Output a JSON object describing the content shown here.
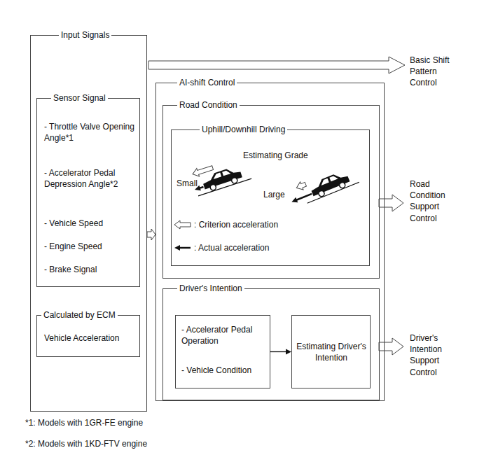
{
  "diagram": {
    "nodes": [
      {
        "text": [
          "Input Signals"
        ]
      },
      {
        "text": [
          "Sensor Signal",
          "- Throttle Valve Opening Angle*1",
          "- Accelerator Pedal Depression Angle*2",
          "- Vehicle Speed",
          "- Engine Speed",
          "- Brake Signal"
        ],
        "in": 0
      },
      {
        "text": [
          "Calculated by ECM",
          "Vehicle Acceleration"
        ],
        "in": 0
      },
      {
        "text": [
          "AI-shift Control"
        ]
      },
      {
        "text": [
          "Road Condition"
        ],
        "in": 3
      },
      {
        "text": [
          "Uphill/Downhill Driving",
          "Estimating Grade"
        ],
        "in": 4
      },
      {
        "text": [
          "Driver's Intention"
        ],
        "in": 3
      },
      {
        "text": [
          "- Accelerator Pedal Operation",
          "- Vehicle Condition"
        ],
        "in": 6
      },
      {
        "text": [
          "Estimating Driver's Intention"
        ],
        "in": 6
      }
    ],
    "edges": [
      {
        "from": 0,
        "to": 3,
        "arrow": "to"
      },
      {
        "from": 7,
        "to": 8,
        "arrow": "to"
      }
    ],
    "labels": [
      "Basic Shift Pattern Control",
      "Road Condition Support Control",
      "Driver's Intention Support Control",
      "Small",
      "Large",
      "*1: Models with 1GR-FE engine",
      "*2: Models with 1KD-FTV engine"
    ],
    "legend": [
      {
        "text": ": Criterion acceleration"
      },
      {
        "text": ": Actual acceleration"
      }
    ]
  }
}
